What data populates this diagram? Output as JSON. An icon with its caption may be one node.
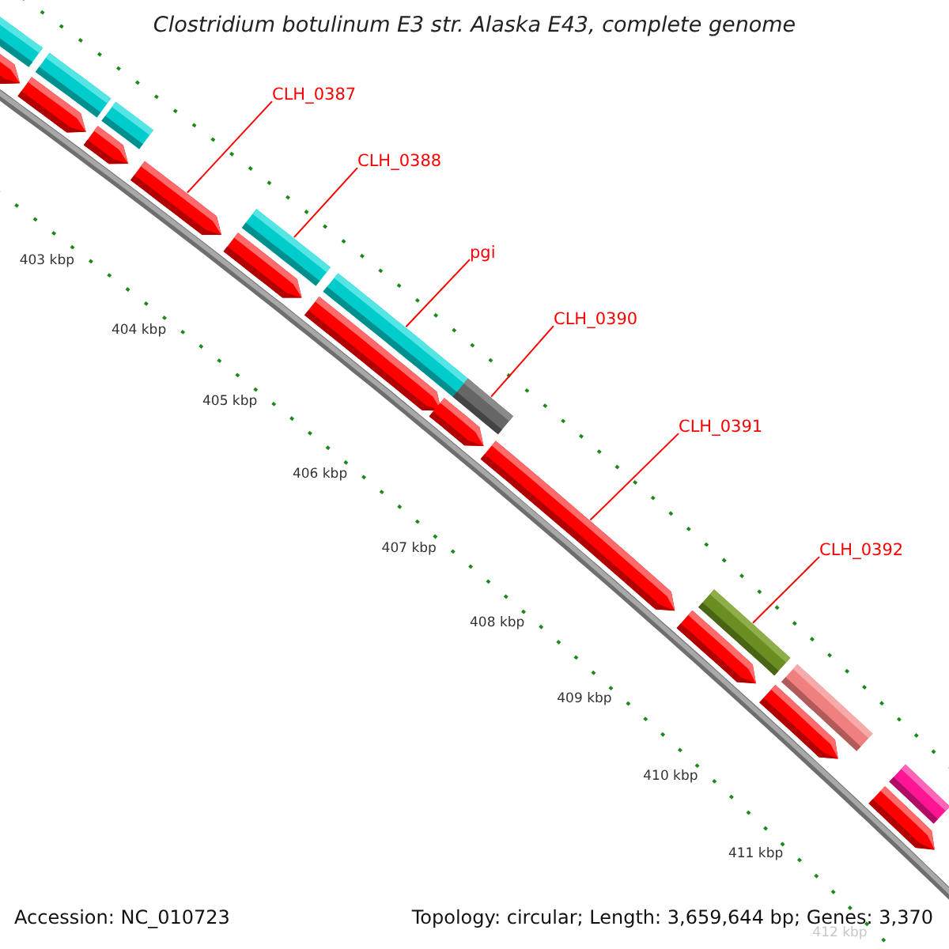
{
  "diagram": {
    "title": "Clostridium botulinum E3 str. Alaska E43, complete genome",
    "nodes": [
      {
        "text": [
          "CLH_0387"
        ]
      },
      {
        "text": [
          "CLH_0388"
        ]
      },
      {
        "text": [
          "pgi"
        ]
      },
      {
        "text": [
          "CLH_0390"
        ]
      },
      {
        "text": [
          "CLH_0391"
        ]
      },
      {
        "text": [
          "CLH_0392"
        ]
      },
      {
        "text": [],
        "shape": "box"
      },
      {
        "text": [],
        "shape": "arrow"
      },
      {
        "text": [],
        "shape": "box"
      },
      {
        "text": [],
        "shape": "arrow"
      },
      {
        "text": [],
        "shape": "box"
      },
      {
        "text": [],
        "shape": "arrow"
      },
      {
        "text": [],
        "shape": "arrow"
      },
      {
        "text": [],
        "shape": "box"
      },
      {
        "text": [],
        "shape": "arrow"
      },
      {
        "text": [],
        "shape": "box"
      },
      {
        "text": [],
        "shape": "arrow"
      },
      {
        "text": [],
        "shape": "box"
      },
      {
        "text": [],
        "shape": "arrow"
      },
      {
        "text": [],
        "shape": "arrow"
      },
      {
        "text": [],
        "shape": "box"
      },
      {
        "text": [],
        "shape": "arrow"
      },
      {
        "text": [],
        "shape": "box"
      },
      {
        "text": [],
        "shape": "arrow"
      },
      {
        "text": [],
        "shape": "box"
      },
      {
        "text": [],
        "shape": "arrow"
      }
    ],
    "edges": [
      {
        "from": 0,
        "to": 12,
        "arrow": "none"
      },
      {
        "from": 1,
        "to": 13,
        "arrow": "none"
      },
      {
        "from": 2,
        "to": 15,
        "arrow": "none"
      },
      {
        "from": 3,
        "to": 17,
        "arrow": "none"
      },
      {
        "from": 4,
        "to": 19,
        "arrow": "none"
      },
      {
        "from": 5,
        "to": 20,
        "arrow": "none"
      }
    ],
    "labels": [
      "403 kbp",
      "404 kbp",
      "405 kbp",
      "406 kbp",
      "407 kbp",
      "408 kbp",
      "409 kbp",
      "410 kbp",
      "411 kbp",
      "412 kbp",
      "Accession: NC_010723",
      "Topology: circular; Length: 3,659,644 bp; Genes: 3,370"
    ]
  }
}
